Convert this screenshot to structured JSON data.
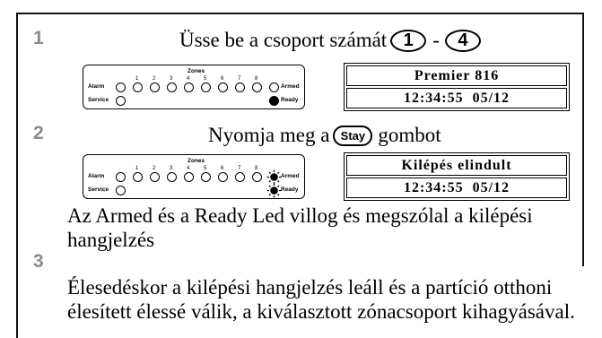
{
  "steps": [
    {
      "number": "1",
      "instruction": {
        "text": "Üsse be a csoport számát",
        "key_first": "1",
        "separator": "-",
        "key_last": "4"
      },
      "panel": {
        "zones_title": "Zones",
        "zone_numbers": [
          "1",
          "2",
          "3",
          "4",
          "5",
          "6",
          "7",
          "8"
        ],
        "alarm_label": "Alarm",
        "armed_label": "Armed",
        "service_label": "Service",
        "ready_label": "Ready",
        "leds": {
          "alarm": "off",
          "zones": "off",
          "armed": "off",
          "service": "off",
          "ready": "on"
        }
      },
      "display": {
        "line1": "Premier 816",
        "line2": "12:34:55  05/12"
      }
    },
    {
      "number": "2",
      "instruction": {
        "text_before": "Nyomja meg a",
        "button": "Stay",
        "text_after": "gombot"
      },
      "panel": {
        "zones_title": "Zones",
        "zone_numbers": [
          "1",
          "2",
          "3",
          "4",
          "5",
          "6",
          "7",
          "8"
        ],
        "alarm_label": "Alarm",
        "armed_label": "Armed",
        "service_label": "Service",
        "ready_label": "Ready",
        "leds": {
          "alarm": "off",
          "zones": "off",
          "armed": "flashing",
          "service": "off",
          "ready": "flashing"
        }
      },
      "display": {
        "line1": "Kilépés elindult",
        "line2": "12:34:55  05/12"
      },
      "note_lines": [
        "Az Armed és a Ready Led villog és megszólal a kilépési",
        "hangjelzés"
      ]
    },
    {
      "number": "3",
      "note_lines": [
        "Élesedéskor a kilépési hangjelzés leáll és a partíció otthoni",
        "élesített élessé válik, a kiválasztott zónacsoport kihagyásával."
      ]
    }
  ]
}
